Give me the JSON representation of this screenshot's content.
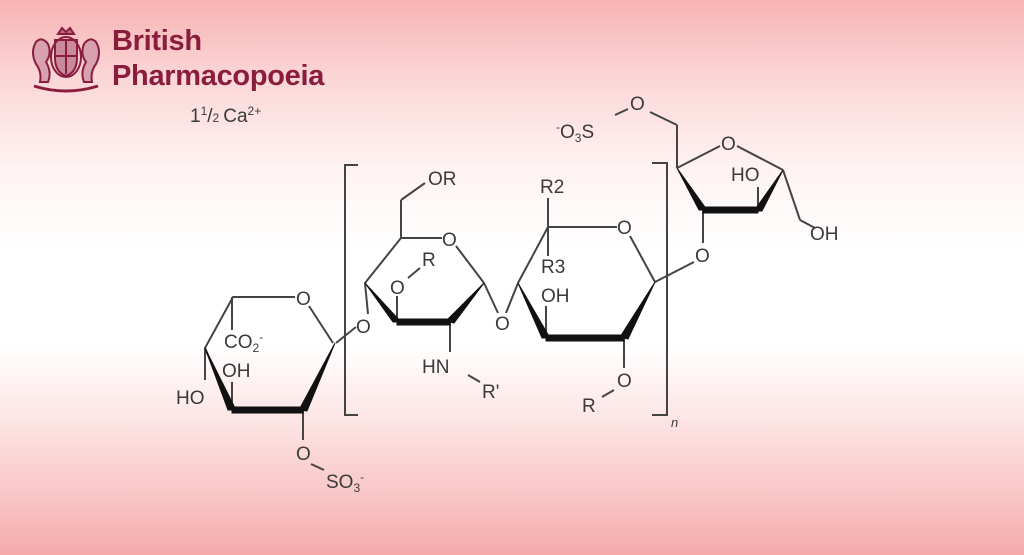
{
  "logo": {
    "line1": "British",
    "line2": "Pharmacopoeia",
    "crest_icon": "royal-coat-of-arms-icon",
    "color": "#8a1d3d"
  },
  "counterion": {
    "coef": "1",
    "num": "1",
    "den": "2",
    "ion": "Ca",
    "charge": "2+"
  },
  "labels": {
    "co2": "CO",
    "co2_sub": "2",
    "co2_charge": "-",
    "oh_a": "OH",
    "ho_a": "HO",
    "o_sulf": "O",
    "so3": "SO",
    "so3_sub": "3",
    "so3_charge": "-",
    "o_ring_a": "O",
    "o_link1": "O",
    "or_b": "OR",
    "o_ring_b": "O",
    "o_r_b": "O",
    "r_b": "R",
    "hn": "HN",
    "r_prime": "R'",
    "o_link2": "O",
    "r2": "R2",
    "r3": "R3",
    "oh_c": "OH",
    "o_ring_c": "O",
    "o_bottom_c": "O",
    "r_c": "R",
    "n": "n",
    "o_link3": "O",
    "o_ring_d": "O",
    "ho_d": "HO",
    "oh_d": "OH",
    "o_sulf_d": "O",
    "o3s_charge": "-",
    "o3s": "O",
    "o3s_sub": "3",
    "o3s_s": "S"
  }
}
